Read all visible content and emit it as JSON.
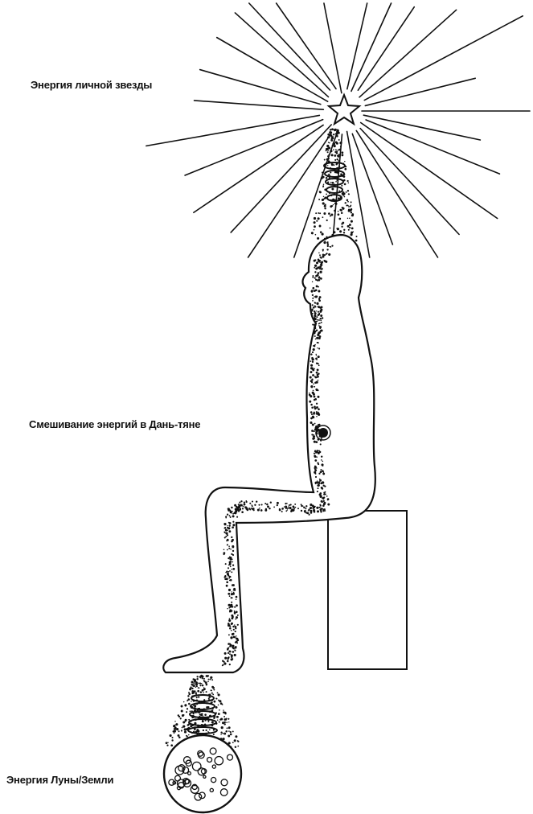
{
  "labels": {
    "star_energy": "Энергия личной звезды",
    "mixing": "Смешивание энергий в Дань-тяне",
    "moon_earth_energy": "Энергия Луны/Земли"
  },
  "colors": {
    "ink": "#111111",
    "paper": "#ffffff"
  }
}
